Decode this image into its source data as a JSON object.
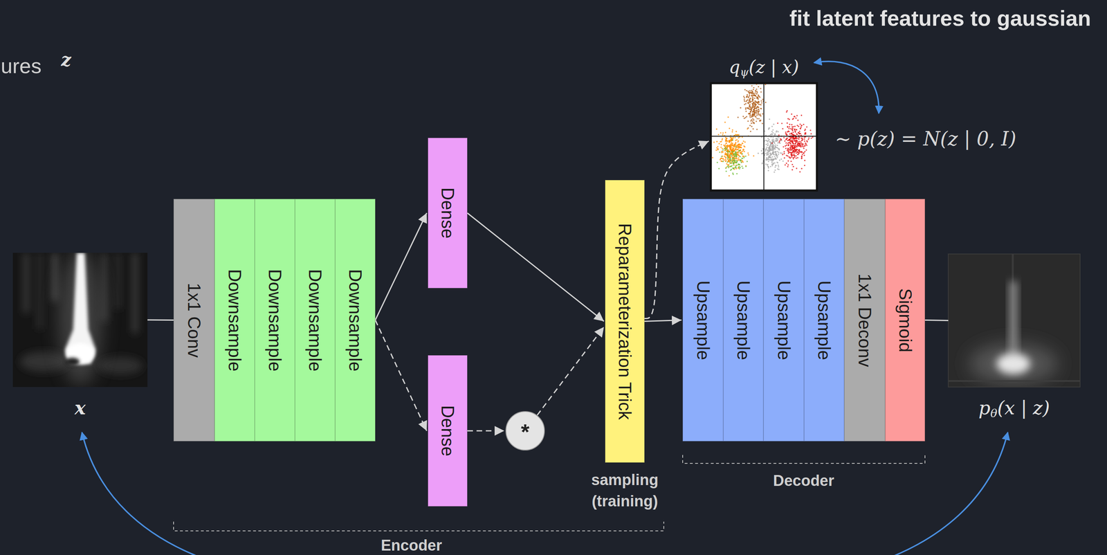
{
  "diagram": {
    "title": "fit latent features to gaussian",
    "nodes": [
      {
        "text": [
          "x"
        ]
      },
      {
        "text": [
          "1x1 Conv"
        ]
      },
      {
        "text": [
          "Downsample"
        ]
      },
      {
        "text": [
          "Downsample"
        ]
      },
      {
        "text": [
          "Downsample"
        ]
      },
      {
        "text": [
          "Downsample"
        ]
      },
      {
        "text": [
          "Dense"
        ]
      },
      {
        "text": [
          "Dense"
        ]
      },
      {
        "text": [
          "*"
        ]
      },
      {
        "text": [
          "Reparameterization Trick"
        ]
      },
      {
        "text": [
          "qψ(z | x)"
        ]
      },
      {
        "text": [
          "Upsample"
        ]
      },
      {
        "text": [
          "Upsample"
        ]
      },
      {
        "text": [
          "Upsample"
        ]
      },
      {
        "text": [
          "Upsample"
        ]
      },
      {
        "text": [
          "1x1 Deconv"
        ]
      },
      {
        "text": [
          "Sigmoid"
        ]
      },
      {
        "text": [
          "pθ(x | z)"
        ]
      }
    ],
    "edges": [
      {
        "from": 0,
        "to": 1,
        "arrow": "none"
      },
      {
        "from": 5,
        "to": 6,
        "arrow": "to"
      },
      {
        "from": 5,
        "to": 7,
        "arrow": "to"
      },
      {
        "from": 7,
        "to": 8,
        "arrow": "to"
      },
      {
        "from": 6,
        "to": 9,
        "arrow": "to"
      },
      {
        "from": 8,
        "to": 9,
        "arrow": "to"
      },
      {
        "from": 9,
        "to": 11,
        "arrow": "to"
      },
      {
        "from": 9,
        "to": 10,
        "arrow": "to"
      },
      {
        "from": 16,
        "to": 17,
        "arrow": "none"
      }
    ],
    "labels": [
      "ures",
      "z",
      "∼ p(z) = N(z | 0, I)",
      "sampling (training)",
      "Decoder",
      "Encoder"
    ]
  }
}
